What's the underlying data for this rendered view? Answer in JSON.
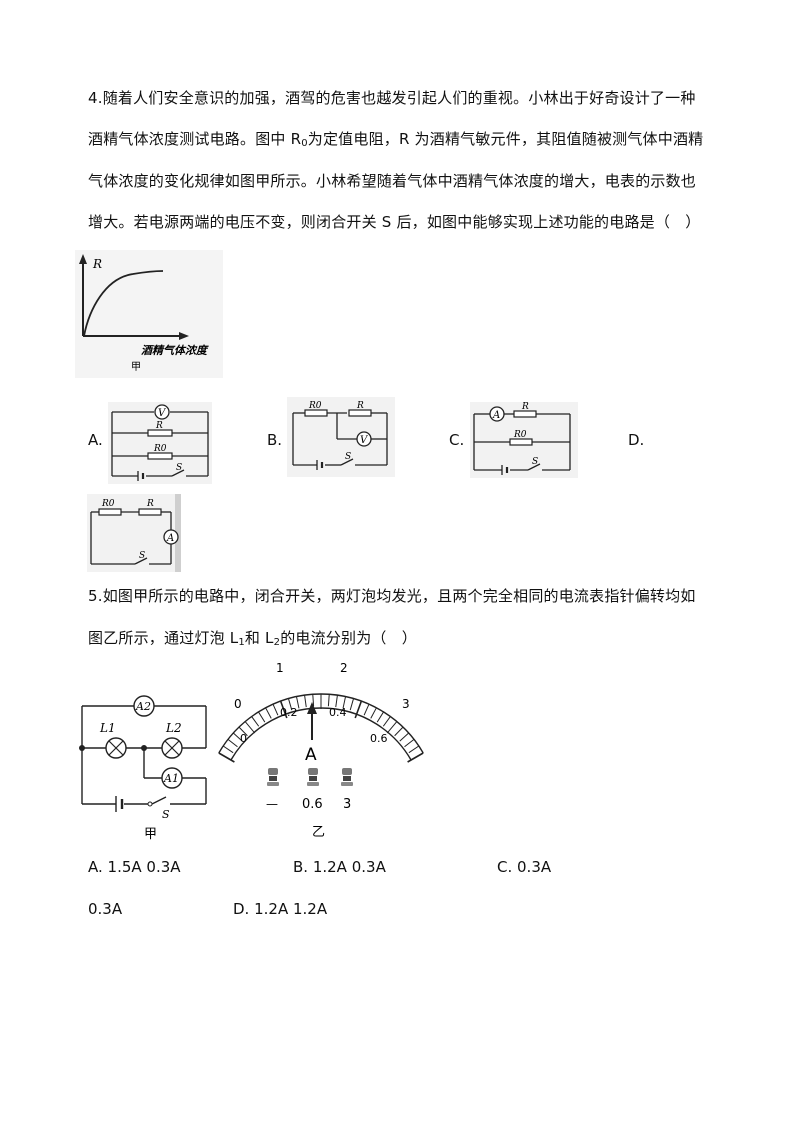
{
  "q4": {
    "line1": "4.随着人们安全意识的加强，酒驾的危害也越发引起人们的重视。小林出于好奇设计了一种",
    "line2_a": "酒精气体浓度测试电路。图中 R",
    "line2_sub": "0",
    "line2_b": "为定值电阻，R 为酒精气敏元件，其阻值随被测气体中酒精",
    "line3": "气体浓度的变化规律如图甲所示。小林希望随着气体中酒精气体浓度的增大，电表的示数也",
    "line4": "增大。若电源两端的电压不变，则闭合开关 S 后，如图中能够实现上述功能的电路是（　）",
    "graph": {
      "y_label": "R",
      "x_label": "酒精气体浓度",
      "caption": "甲"
    },
    "options": {
      "a": "A.",
      "b": "B.",
      "c": "C.",
      "d": "D."
    },
    "circuit_labels": {
      "r": "R",
      "r0": "R0",
      "s": "S",
      "v": "V",
      "a": "A"
    }
  },
  "q5": {
    "line1": "5.如图甲所示的电路中，闭合开关，两灯泡均发光，且两个完全相同的电流表指针偏转均如",
    "line2_a": "图乙所示，通过灯泡 L",
    "line2_sub1": "1",
    "line2_b": "和 L",
    "line2_sub2": "2",
    "line2_c": "的电流分别为（　）",
    "circuit": {
      "a2": "A2",
      "a1": "A1",
      "l1": "L1",
      "l2": "L2",
      "s": "S",
      "caption": "甲"
    },
    "meter": {
      "scale_top": [
        "0",
        "1",
        "2",
        "3"
      ],
      "scale_bottom": [
        "0",
        "0.2",
        "0.4",
        "0.6"
      ],
      "unit": "A",
      "terminals": [
        "—",
        "0.6",
        "3"
      ],
      "caption": "乙",
      "needle_value": 0.3
    },
    "options": {
      "a": "A. 1.5A 0.3A",
      "b": "B. 1.2A 0.3A",
      "c": "C. 0.3A",
      "c_wrap": "0.3A",
      "d": "D. 1.2A 1.2A"
    }
  }
}
